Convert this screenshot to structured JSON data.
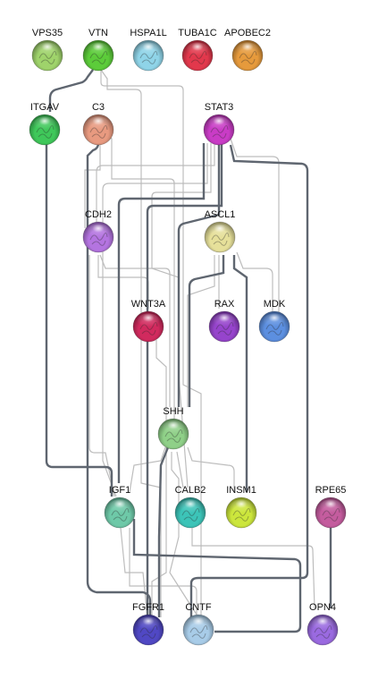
{
  "diagram": {
    "nodes": [
      {
        "id": "VPS35",
        "label": "VPS35",
        "color": "#9fd36b"
      },
      {
        "id": "VTN",
        "label": "VTN",
        "color": "#5ccc3a"
      },
      {
        "id": "HSPA1L",
        "label": "HSPA1L",
        "color": "#8fd4e8"
      },
      {
        "id": "TUBA1C",
        "label": "TUBA1C",
        "color": "#e2384c"
      },
      {
        "id": "APOBEC2",
        "label": "APOBEC2",
        "color": "#e69a3c"
      },
      {
        "id": "ITGAV",
        "label": "ITGAV",
        "color": "#3fc85a"
      },
      {
        "id": "C3",
        "label": "C3",
        "color": "#e89a80"
      },
      {
        "id": "STAT3",
        "label": "STAT3",
        "color": "#c93cc6"
      },
      {
        "id": "CDH2",
        "label": "CDH2",
        "color": "#b474e0"
      },
      {
        "id": "ASCL1",
        "label": "ASCL1",
        "color": "#e6e09a"
      },
      {
        "id": "WNT3A",
        "label": "WNT3A",
        "color": "#d12a5e"
      },
      {
        "id": "RAX",
        "label": "RAX",
        "color": "#9644cc"
      },
      {
        "id": "MDK",
        "label": "MDK",
        "color": "#5c8fe0"
      },
      {
        "id": "SHH",
        "label": "SHH",
        "color": "#8fd088"
      },
      {
        "id": "IGF1",
        "label": "IGF1",
        "color": "#6ec9a8"
      },
      {
        "id": "CALB2",
        "label": "CALB2",
        "color": "#3cc4b8"
      },
      {
        "id": "INSM1",
        "label": "INSM1",
        "color": "#cce63c"
      },
      {
        "id": "RPE65",
        "label": "RPE65",
        "color": "#c45c9e"
      },
      {
        "id": "FGFR1",
        "label": "FGFR1",
        "color": "#5048c4"
      },
      {
        "id": "CNTF",
        "label": "CNTF",
        "color": "#a8cce8"
      },
      {
        "id": "OPN4",
        "label": "OPN4",
        "color": "#9a6ae0"
      }
    ]
  }
}
